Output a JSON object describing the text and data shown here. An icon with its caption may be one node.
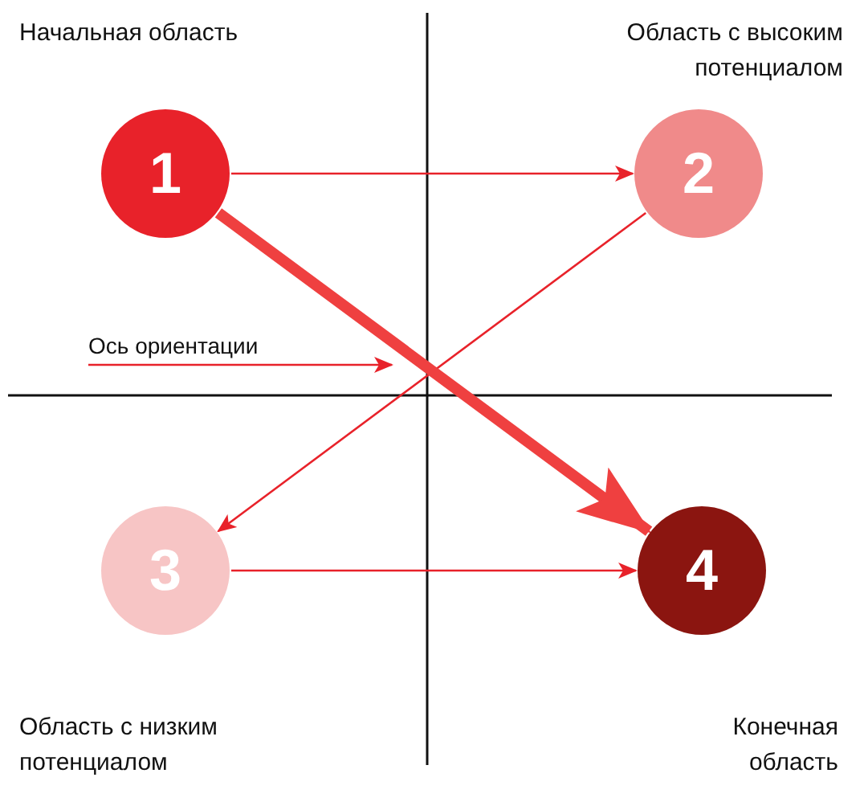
{
  "diagram": {
    "nodes": [
      {
        "text": [
          "1"
        ]
      },
      {
        "text": [
          "2"
        ]
      },
      {
        "text": [
          "3"
        ]
      },
      {
        "text": [
          "4"
        ]
      },
      {
        "text": [
          "Ось ориентации"
        ]
      }
    ],
    "edges": [
      {
        "from": 0,
        "to": 1,
        "arrow": "to"
      },
      {
        "from": 1,
        "to": 2,
        "arrow": "to"
      },
      {
        "from": 2,
        "to": 3,
        "arrow": "to"
      },
      {
        "from": 0,
        "to": 3,
        "arrow": "to",
        "style": "thick",
        "color": "#ef4040"
      },
      {
        "from": 4,
        "to": null,
        "arrow": "to"
      }
    ],
    "labels": [
      "Начальная область",
      "Область с высоким потенциалом",
      "Область с низким потенциалом",
      "Конечная область"
    ]
  }
}
